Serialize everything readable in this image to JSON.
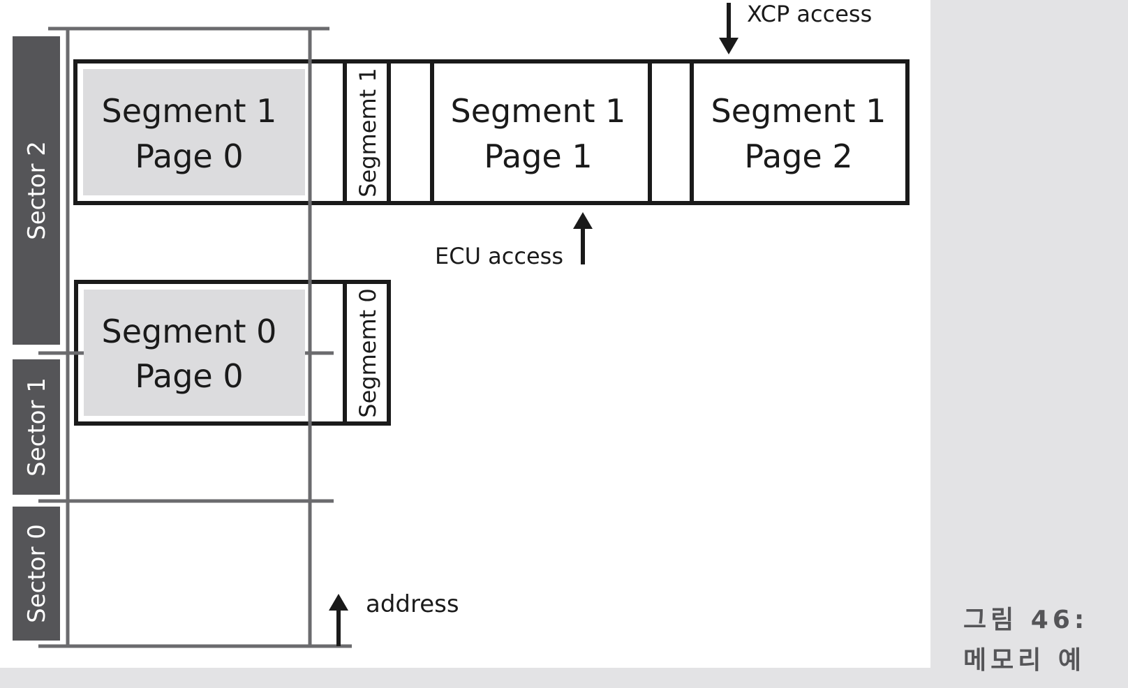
{
  "sectors": [
    "Sector 2",
    "Sector 1",
    "Sector 0"
  ],
  "blocks": {
    "seg1_page0": [
      "Segment 1",
      "Page 0"
    ],
    "seg1_page1": [
      "Segment 1",
      "Page 1"
    ],
    "seg1_page2": [
      "Segment 1",
      "Page 2"
    ],
    "seg0_page0": [
      "Segment 0",
      "Page 0"
    ]
  },
  "vertical_labels": {
    "segment1": "Segmemt 1",
    "segment0": "Segmemt 0"
  },
  "arrows": {
    "xcp": "XCP access",
    "ecu": "ECU access",
    "address": "address"
  },
  "caption": {
    "line1": "그림 46:",
    "line2": "메모리 예"
  },
  "colors": {
    "sector_fill": "#555558",
    "gray_fill": "#dcdcde",
    "frame_line": "#6b6b6e",
    "sidebar_bg": "#e3e3e5"
  }
}
